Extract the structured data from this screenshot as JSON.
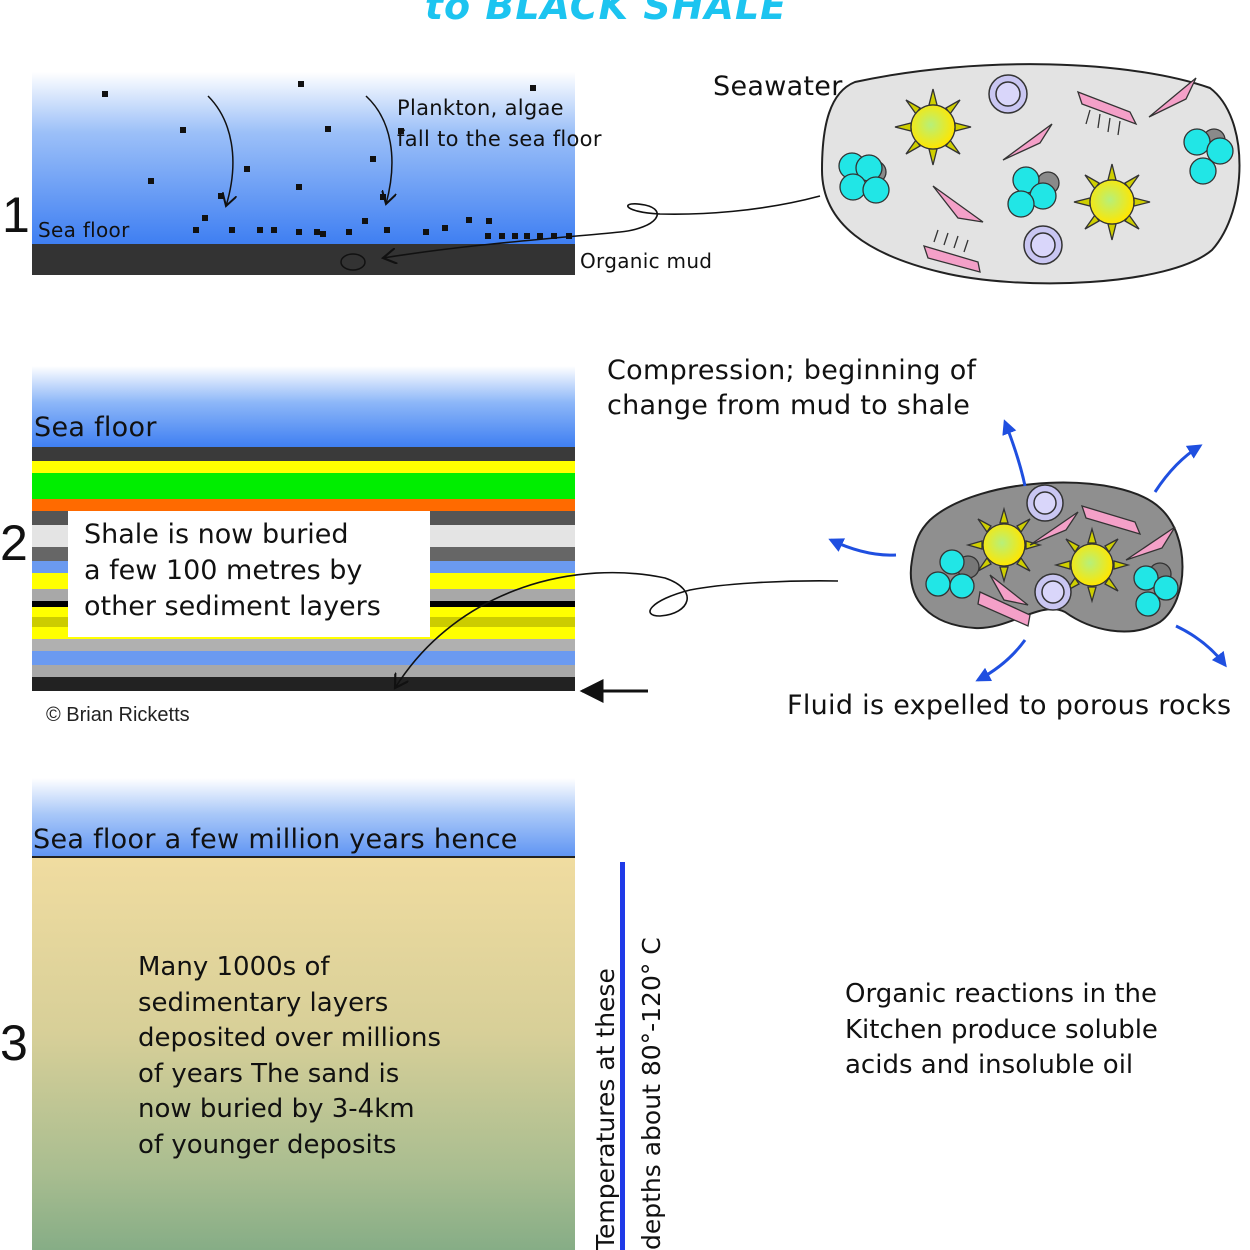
{
  "title": "to BLACK SHALE",
  "colors": {
    "title": "#1cc4f0",
    "seawater_top": "#ffffff",
    "seawater_bottom": "#3f7ff2",
    "organic_mud": "#333333",
    "blue_arrow": "#1f4fe0",
    "temperature_bar": "#1f3ae8"
  },
  "panel1": {
    "number": "1",
    "sea_floor": "Sea floor",
    "plankton_line1": "Plankton, algae",
    "plankton_line2": "fall to the sea floor",
    "organic_mud": "Organic mud",
    "seawater": "Seawater"
  },
  "panel2": {
    "number": "2",
    "sea_floor": "Sea floor",
    "buried_line1": "Shale is now buried",
    "buried_line2": "a few 100 metres by",
    "buried_line3": "other sediment layers",
    "copyright": "© Brian Ricketts",
    "compression_line1": "Compression; beginning of",
    "compression_line2": "change from mud to shale",
    "fluid": "Fluid is expelled to porous rocks"
  },
  "panel3": {
    "number": "3",
    "sea_floor": "Sea floor a few million years hence",
    "deposits_line1": "Many 1000s of",
    "deposits_line2": "sedimentary layers",
    "deposits_line3": "deposited over millions",
    "deposits_line4": "of years The sand is",
    "deposits_line5": "now buried by 3-4km",
    "deposits_line6": "of younger deposits",
    "temp_line1": "Temperatures at these",
    "temp_line2": "depths about 80°-120° C",
    "reactions_line1": "Organic reactions in the",
    "reactions_line2": "Kitchen produce soluble",
    "reactions_line3": "acids and insoluble oil"
  }
}
